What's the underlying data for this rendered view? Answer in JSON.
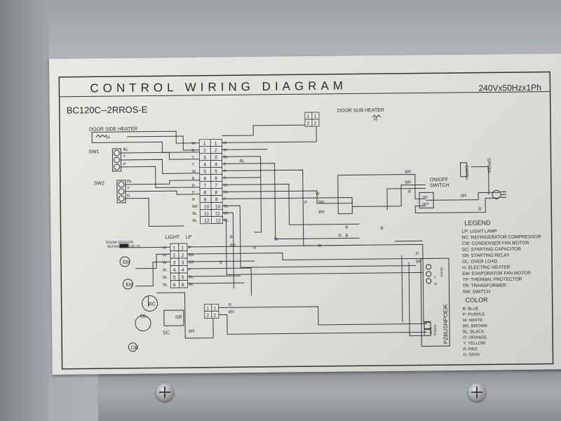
{
  "title": "CONTROL WIRING DIAGRAM",
  "model": "BC120C--2RROS-E",
  "power": "240Vx50Hzx1Ph",
  "components": {
    "door_side_heater": "DOOR SIDE HEATER",
    "door_sub_heater": "DOOR SUB HEATER",
    "heater_symbol": "H",
    "sw1": "SW1",
    "sw2": "SW2",
    "light": "LIGHT",
    "light_symbol": "LP",
    "room_sensor": "ROOM SENSOR/",
    "room_sensor_2": "REFRIGERATOR / P",
    "em": "EM",
    "cm": "CM",
    "rc": "RC",
    "ol": "OL",
    "sc": "SC",
    "sr": "SR",
    "onoff_switch": "ON/OFF",
    "onoff_switch_2": "SWITCH",
    "on": "ON",
    "off": "OFF",
    "earth": "EARTH",
    "green": "GREEN",
    "controller": "PZBUSNPOEIK",
    "comp": "Comp",
    "ntc": "NTC",
    "probes": "Probes",
    "l": "L",
    "n": "N"
  },
  "main_block": {
    "left": [
      "W",
      "B",
      "Y",
      "Y",
      "W",
      "B",
      "R",
      "P",
      "B",
      "BR",
      "BL",
      "BL"
    ],
    "right": [
      "W",
      "W",
      "BL",
      "B",
      "R",
      "R",
      "BL",
      "BL",
      "P",
      "BL",
      "BL",
      "BL"
    ]
  },
  "lower_block": {
    "left": [
      "W",
      "W",
      "W",
      "BL",
      "BL",
      "BL"
    ],
    "right": [
      "P",
      "BR",
      "BR",
      "P",
      "BL",
      "BL"
    ]
  },
  "wire_labels": [
    "P",
    "BR",
    "BR",
    "W",
    "BR",
    "BR",
    "B",
    "B",
    "B",
    "B",
    "BR",
    "B",
    "W",
    "R",
    "B",
    "BR",
    "R",
    "W",
    "B",
    "BR",
    "R",
    "BR",
    "BL",
    "Y",
    "P",
    "BL",
    "Y",
    "R",
    "BL",
    "P",
    "BR"
  ],
  "legend": {
    "title": "LEGEND",
    "items": [
      "LP: LIGHT LAMP",
      "RC: REFRIGERATOR COMPRESSOR",
      "CM: CONDENSER FAN MOTOR",
      "SC: STARTING CAPACITOR",
      "SR: STARTING RELAY",
      "OL: OVER LOAD",
      "H:  ELECTRIC HEATER",
      "EM: EVAPORATOR FAN MOTOR",
      "TP: THERMAL PROTECTOR",
      "TR: TRANSFORMER",
      "SW: SWITCH"
    ]
  },
  "color_legend": {
    "title": "COLOR",
    "items": [
      "B:  BLUE",
      "P:  PURPLE",
      "W:  WHITE",
      "BR: BROWN",
      "BL: BLACK",
      "O:  ORANGE",
      "Y:  YELLOW",
      "R:  RED",
      "G:  GRAY"
    ]
  }
}
